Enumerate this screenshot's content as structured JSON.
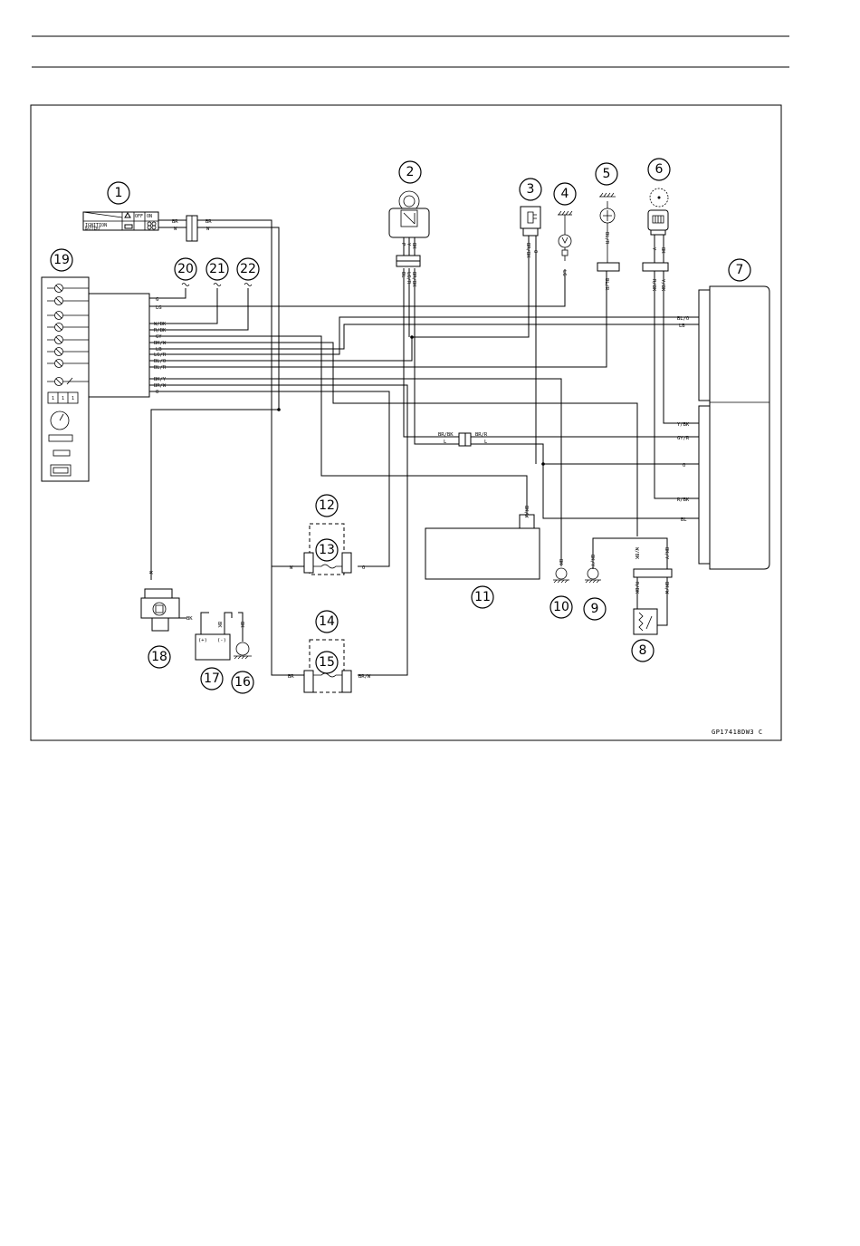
{
  "figure_code": "GP17418DW3 C",
  "ignition_switch": {
    "rows": [
      "IGNITION",
      "BATTERY"
    ],
    "positions": [
      "OFF",
      "ON"
    ]
  },
  "callouts": [
    "1",
    "2",
    "3",
    "4",
    "5",
    "6",
    "7",
    "8",
    "9",
    "10",
    "11",
    "12",
    "13",
    "14",
    "15",
    "16",
    "17",
    "18",
    "19",
    "20",
    "21",
    "22"
  ],
  "meter_wires": [
    "G",
    "LG",
    "W/BK",
    "R/BK",
    "GY",
    "BK/W",
    "LB",
    "LG/R",
    "BL/O",
    "BL/R",
    "BK/Y",
    "BR/W",
    "O"
  ],
  "ecu_wires": [
    "BL/O",
    "LB",
    "Y/BK",
    "GY/R",
    "O",
    "R/BK",
    "BL"
  ],
  "wire_labels": {
    "sw_br1": "BR",
    "sw_br2": "BR",
    "sw_w1": "W",
    "sw_w2": "W",
    "c2_p": "P",
    "c2_y": "Y",
    "c2_bk": "BK",
    "c2_bl": "BL",
    "c2_lgr": "LG/R",
    "c2_brbk": "BR/BK",
    "c3_brbk": "BR/BK",
    "c3_o": "O",
    "c4_lg": "LG",
    "c5_blr1": "BL/R",
    "c5_blr2": "BL/R",
    "c6_y": "Y",
    "c6_bk": "BK",
    "c6_rbk": "R/BK",
    "c6_ybk": "Y/BK",
    "j_brbk": "BR/BK",
    "j_brr": "BR/R",
    "j_l1": "L",
    "j_l2": "L",
    "c11_bkw": "BK/W",
    "c10_bk": "BK",
    "c9_bky": "BK/Y",
    "c8_wbk": "W/BK",
    "c8_bky": "BK/Y",
    "c8_rbk": "R/BK",
    "c8_bkw": "BK/W",
    "f13_w": "W",
    "f13_o": "O",
    "f15_br": "BR",
    "f15_brw": "BR/W",
    "c18_w": "W",
    "c18_bk": "BK",
    "c17_bk": "BK",
    "c16_bk": "BK",
    "batt_plus": "(+)",
    "batt_minus": "(-)"
  },
  "meter_small_labels": [
    "1",
    "1",
    "1"
  ],
  "colors": {
    "ink": "#000000",
    "paper": "#ffffff"
  }
}
